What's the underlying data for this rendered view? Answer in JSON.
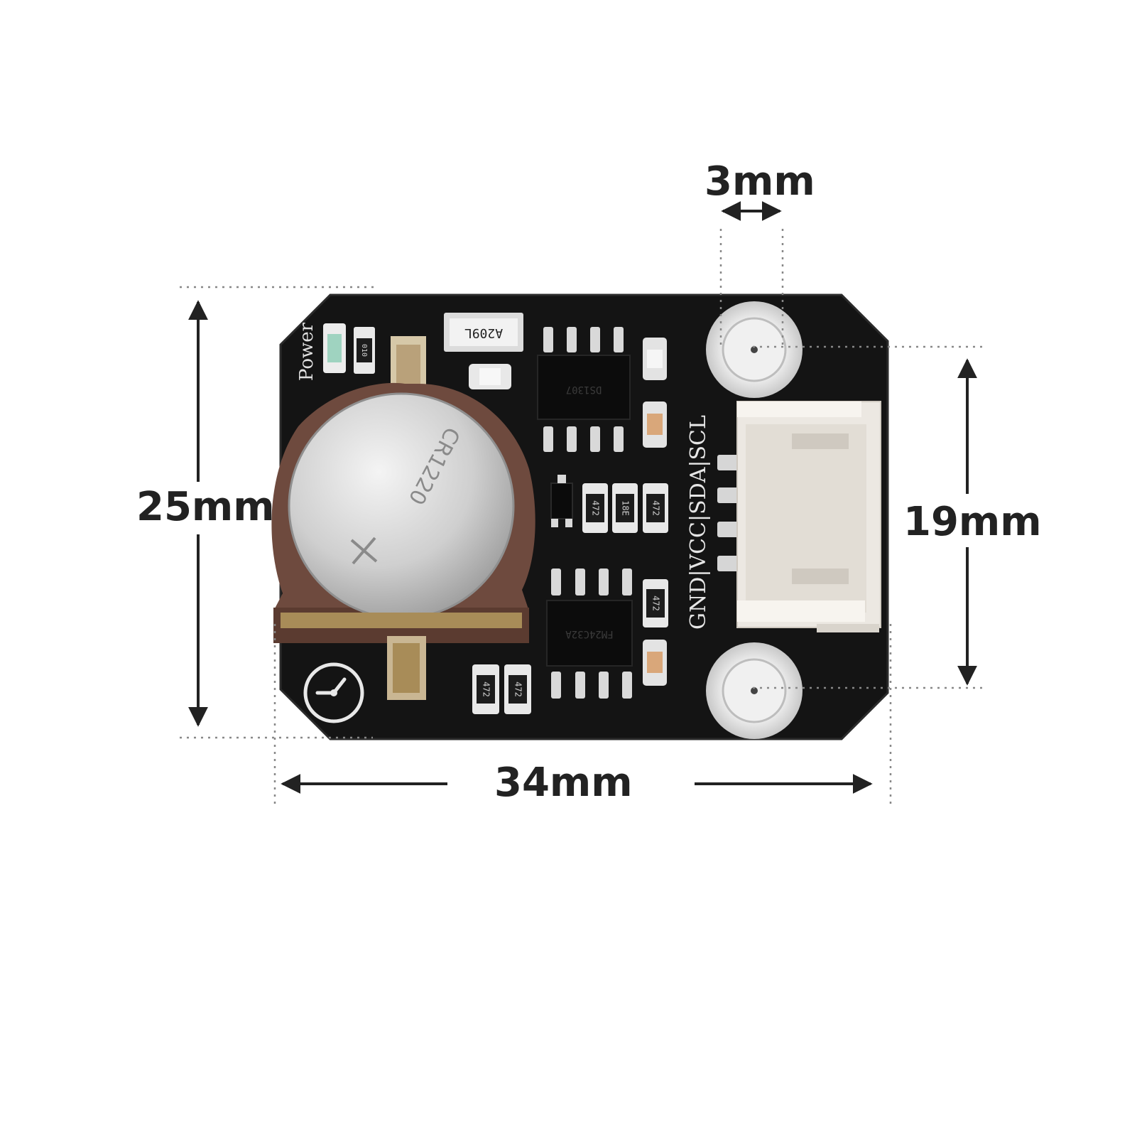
{
  "dimensions": {
    "mounting_hole_diameter": "3mm",
    "board_height": "25mm",
    "hole_spacing": "19mm",
    "board_width": "34mm"
  },
  "board_labels": {
    "power": "Power",
    "pinout": "GND|VCC|SDA|SCL",
    "inductor": "A209L",
    "resistor_top": "010",
    "resistor_mid_1": "472",
    "resistor_mid_2": "18E",
    "resistor_mid_3": "472",
    "resistor_right": "472",
    "resistor_bottom_1": "472",
    "resistor_bottom_2": "472",
    "ic_top": "DS1307",
    "ic_bottom": "FM24C32A",
    "battery": "CR1220"
  },
  "colors": {
    "pcb": "#141414",
    "holder": "#6e4a3e",
    "battery": "#c9c9c9",
    "connector": "#ece8e2",
    "annotation": "#222222",
    "dotted_guide": "#888888"
  }
}
